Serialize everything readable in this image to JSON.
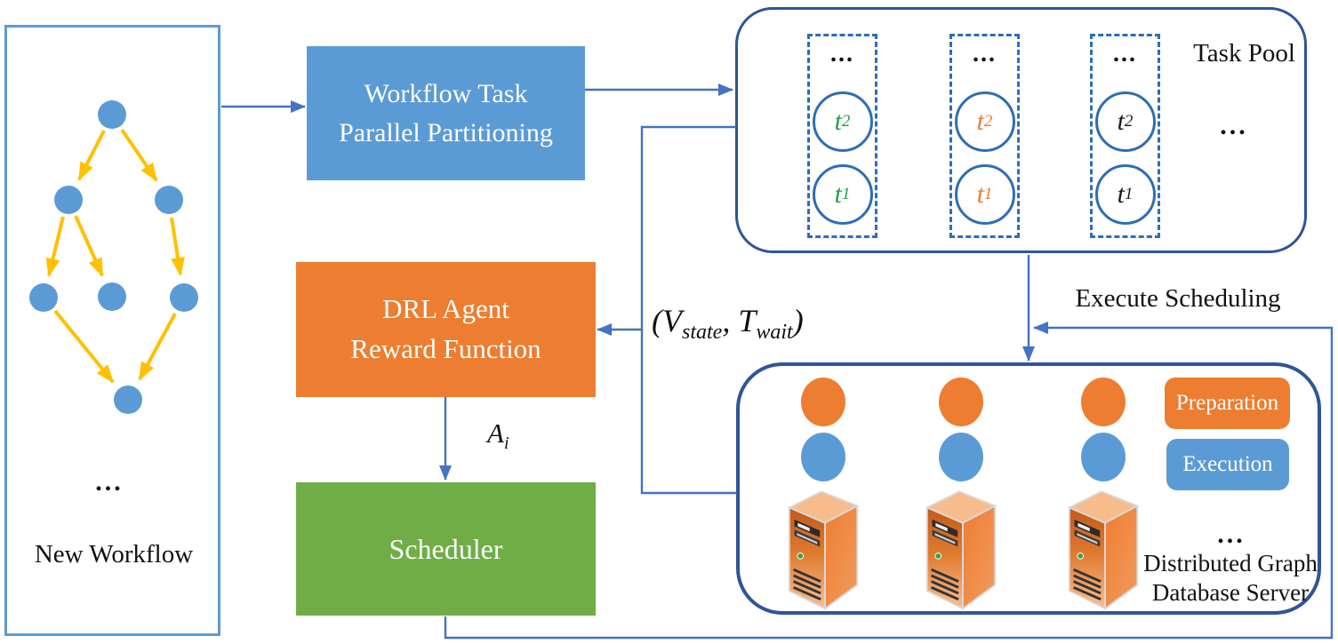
{
  "new_workflow": {
    "label": "New Workflow",
    "ellipsis": "...",
    "node_color": "#5B9BD5",
    "edge_color": "#FFC000",
    "border_color": "#5B9BD5"
  },
  "partitioning_box": {
    "line1": "Workflow Task",
    "line2": "Parallel Partitioning",
    "bg": "#5B9BD5",
    "text_color": "#FFFFFF"
  },
  "drl_box": {
    "line1": "DRL Agent",
    "line2": "Reward Function",
    "bg": "#ED7D31",
    "text_color": "#FFFFFF"
  },
  "scheduler_box": {
    "label": "Scheduler",
    "bg": "#70AD47",
    "text_color": "#FFFFFF"
  },
  "task_pool": {
    "title": "Task Pool",
    "right_ellipsis": "...",
    "border_color": "#2F5597",
    "column_border_color": "#2E6DB4",
    "columns": [
      {
        "ellipsis": "...",
        "text_color": "#1F9D4F",
        "top_task": {
          "base": "t",
          "sub": "2"
        },
        "bottom_task": {
          "base": "t",
          "sub": "1"
        }
      },
      {
        "ellipsis": "...",
        "text_color": "#ED7D31",
        "top_task": {
          "base": "t",
          "sub": "2"
        },
        "bottom_task": {
          "base": "t",
          "sub": "1"
        }
      },
      {
        "ellipsis": "...",
        "text_color": "#1A1A1A",
        "top_task": {
          "base": "t",
          "sub": "2"
        },
        "bottom_task": {
          "base": "t",
          "sub": "1"
        }
      }
    ]
  },
  "server_box": {
    "border_color": "#2F5597",
    "ellipsis": "...",
    "label_line1": "Distributed Graph",
    "label_line2": "Database Server",
    "prep_circle_color": "#ED7D31",
    "exec_circle_color": "#5B9BD5",
    "legend": [
      {
        "label": "Preparation",
        "bg": "#ED7D31"
      },
      {
        "label": "Execution",
        "bg": "#5B9BD5"
      }
    ]
  },
  "labels": {
    "execute_scheduling": "Execute Scheduling",
    "state_tuple": {
      "p1": "(V",
      "sub1": "state",
      "p2": ", T",
      "sub2": "wait",
      "p3": ")"
    },
    "action": {
      "base": "A",
      "sub": "i"
    }
  },
  "connector_color": "#4472C4"
}
